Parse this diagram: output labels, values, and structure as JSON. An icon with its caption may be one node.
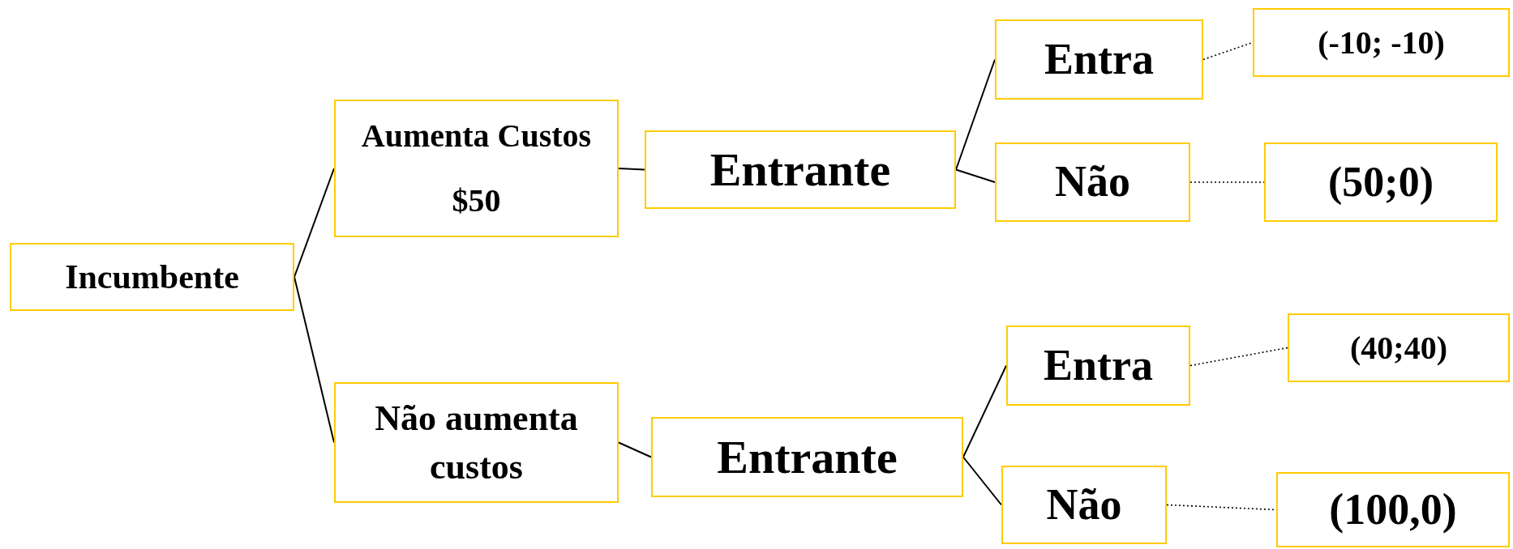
{
  "diagram": {
    "nodes": [
      {
        "text": [
          "Incumbente"
        ]
      },
      {
        "text": [
          "Aumenta Custos $50"
        ]
      },
      {
        "text": [
          "Entrante"
        ]
      },
      {
        "text": [
          "Entra"
        ]
      },
      {
        "text": [
          "(-10; -10)"
        ]
      },
      {
        "text": [
          "Não"
        ]
      },
      {
        "text": [
          "(50;0)"
        ]
      },
      {
        "text": [
          "Não aumenta custos"
        ]
      },
      {
        "text": [
          "Entrante"
        ]
      },
      {
        "text": [
          "Entra"
        ]
      },
      {
        "text": [
          "(40;40)"
        ]
      },
      {
        "text": [
          "Não"
        ]
      },
      {
        "text": [
          "(100,0)"
        ]
      }
    ],
    "edges": [
      {
        "from": 0,
        "to": 1,
        "arrow": "none"
      },
      {
        "from": 0,
        "to": 7,
        "arrow": "none"
      },
      {
        "from": 1,
        "to": 2,
        "arrow": "none"
      },
      {
        "from": 2,
        "to": 3,
        "arrow": "none"
      },
      {
        "from": 2,
        "to": 5,
        "arrow": "none"
      },
      {
        "from": 3,
        "to": 4,
        "arrow": "none",
        "style": "dashed"
      },
      {
        "from": 5,
        "to": 6,
        "arrow": "none",
        "style": "dashed"
      },
      {
        "from": 7,
        "to": 8,
        "arrow": "none"
      },
      {
        "from": 8,
        "to": 9,
        "arrow": "none"
      },
      {
        "from": 8,
        "to": 11,
        "arrow": "none"
      },
      {
        "from": 9,
        "to": 10,
        "arrow": "none",
        "style": "dashed"
      },
      {
        "from": 11,
        "to": 12,
        "arrow": "none",
        "style": "dashed"
      }
    ]
  }
}
